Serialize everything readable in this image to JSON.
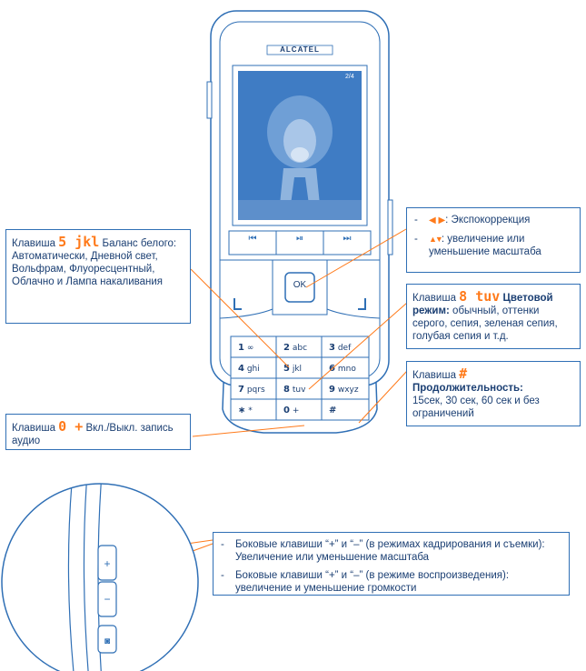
{
  "phone": {
    "brand": "ALCATEL",
    "status_right": "2/4",
    "media_buttons": [
      "⏮",
      "⏯",
      "⏭"
    ],
    "ok_label": "OK",
    "keys": [
      {
        "main": "1",
        "sub": "∞"
      },
      {
        "main": "2",
        "sub": "abc"
      },
      {
        "main": "3",
        "sub": "def"
      },
      {
        "main": "4",
        "sub": "ghi"
      },
      {
        "main": "5",
        "sub": "jkl"
      },
      {
        "main": "6",
        "sub": "mno"
      },
      {
        "main": "7",
        "sub": "pqrs"
      },
      {
        "main": "8",
        "sub": "tuv"
      },
      {
        "main": "9",
        "sub": "wxyz"
      },
      {
        "main": "∗",
        "sub": "*"
      },
      {
        "main": "0",
        "sub": "+"
      },
      {
        "main": "#",
        "sub": ""
      }
    ]
  },
  "callouts": {
    "white_balance": {
      "prefix": "Клавиша",
      "key": "5 jkl",
      "title": "Баланс",
      "text": "белого: Автоматически, Дневной свет, Вольфрам, Флуоресцентный, Облачно и Лампа накаливания"
    },
    "audio": {
      "prefix": "Клавиша",
      "key": "0 +",
      "text_after": "Вкл./Выкл.",
      "text": "запись аудио"
    },
    "exposure": {
      "arrows_label": "◀ ▶",
      "exposure_text": ": Экспокоррекция",
      "zoom_arrows": "▲▼",
      "zoom_text": ": увеличение или уменьшение масштаба"
    },
    "color_mode": {
      "prefix": "Клавиша",
      "key": "8 tuv",
      "title": "Цветовой режим:",
      "text": "обычный, оттенки серого, сепия, зеленая сепия, голубая сепия и т.д."
    },
    "duration": {
      "prefix": "Клавиша",
      "key": "#",
      "title": "Продолжительность:",
      "text": "15сек, 30 сек, 60 сек и без ограничений"
    },
    "side_keys": {
      "item1": "Боковые клавиши “+” и “–” (в режимах кадрирования и съемки): Увеличение или уменьшение масштаба",
      "item2": "Боковые клавиши “+” и “–” (в режиме воспроизведения): увеличение и уменьшение громкости"
    }
  },
  "colors": {
    "accent": "#ff7a1a",
    "line": "#2f6fb5",
    "text": "#1b3f73"
  }
}
